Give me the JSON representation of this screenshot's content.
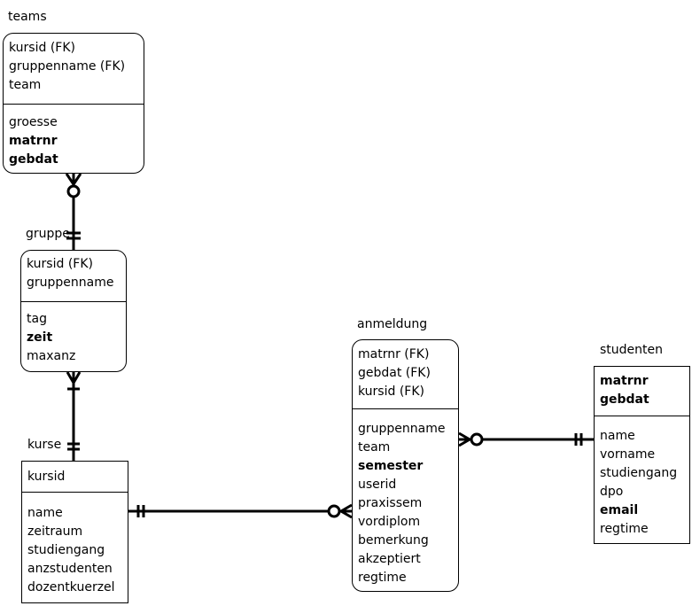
{
  "entities": {
    "teams": {
      "name": "teams",
      "keys": [
        {
          "text": "kursid (FK)",
          "bold": false
        },
        {
          "text": "gruppenname (FK)",
          "bold": false
        },
        {
          "text": "team",
          "bold": false
        }
      ],
      "attributes": [
        {
          "text": "groesse",
          "bold": false
        },
        {
          "text": "matrnr",
          "bold": true
        },
        {
          "text": "gebdat",
          "bold": true
        }
      ]
    },
    "gruppe": {
      "name": "gruppe",
      "keys": [
        {
          "text": "kursid (FK)",
          "bold": false
        },
        {
          "text": "gruppenname",
          "bold": false
        }
      ],
      "attributes": [
        {
          "text": "tag",
          "bold": false
        },
        {
          "text": "zeit",
          "bold": true
        },
        {
          "text": "maxanz",
          "bold": false
        }
      ]
    },
    "kurse": {
      "name": "kurse",
      "keys": [
        {
          "text": "kursid",
          "bold": false
        }
      ],
      "attributes": [
        {
          "text": "name",
          "bold": false
        },
        {
          "text": "zeitraum",
          "bold": false
        },
        {
          "text": "studiengang",
          "bold": false
        },
        {
          "text": "anzstudenten",
          "bold": false
        },
        {
          "text": "dozentkuerzel",
          "bold": false
        }
      ]
    },
    "anmeldung": {
      "name": "anmeldung",
      "keys": [
        {
          "text": "matrnr (FK)",
          "bold": false
        },
        {
          "text": "gebdat (FK)",
          "bold": false
        },
        {
          "text": "kursid (FK)",
          "bold": false
        }
      ],
      "attributes": [
        {
          "text": "gruppenname",
          "bold": false
        },
        {
          "text": "team",
          "bold": false
        },
        {
          "text": "semester",
          "bold": true
        },
        {
          "text": "userid",
          "bold": false
        },
        {
          "text": "praxissem",
          "bold": false
        },
        {
          "text": "vordiplom",
          "bold": false
        },
        {
          "text": "bemerkung",
          "bold": false
        },
        {
          "text": "akzeptiert",
          "bold": false
        },
        {
          "text": "regtime",
          "bold": false
        }
      ]
    },
    "studenten": {
      "name": "studenten",
      "keys": [
        {
          "text": "matrnr",
          "bold": true
        },
        {
          "text": "gebdat",
          "bold": true
        }
      ],
      "attributes": [
        {
          "text": "name",
          "bold": false
        },
        {
          "text": "vorname",
          "bold": false
        },
        {
          "text": "studiengang",
          "bold": false
        },
        {
          "text": "dpo",
          "bold": false
        },
        {
          "text": "email",
          "bold": true
        },
        {
          "text": "regtime",
          "bold": false
        }
      ]
    }
  },
  "relationships": [
    {
      "from": "gruppe",
      "to": "teams",
      "from_cardinality": "exactly-one",
      "to_cardinality": "zero-or-many"
    },
    {
      "from": "kurse",
      "to": "gruppe",
      "from_cardinality": "exactly-one",
      "to_cardinality": "one-or-many"
    },
    {
      "from": "kurse",
      "to": "anmeldung",
      "from_cardinality": "exactly-one",
      "to_cardinality": "zero-or-many"
    },
    {
      "from": "studenten",
      "to": "anmeldung",
      "from_cardinality": "exactly-one",
      "to_cardinality": "zero-or-many"
    }
  ]
}
